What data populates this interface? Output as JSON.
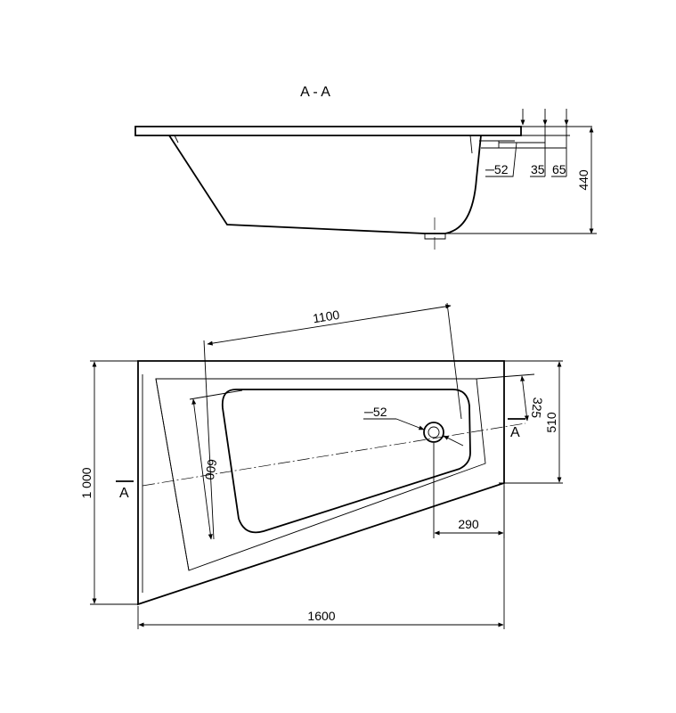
{
  "section": {
    "title": "A - A",
    "pipe_label": "─52",
    "dim_35": "35",
    "dim_65": "65",
    "dim_height": "440"
  },
  "plan": {
    "dim_length_inner": "1100",
    "dim_inner_width": "600",
    "drain_label": "─52",
    "dim_325": "325",
    "dim_510": "510",
    "dim_290": "290",
    "dim_overall_length": "1600",
    "dim_overall_width": "1 000",
    "cut_marker_left": "A",
    "cut_marker_right": "A"
  }
}
